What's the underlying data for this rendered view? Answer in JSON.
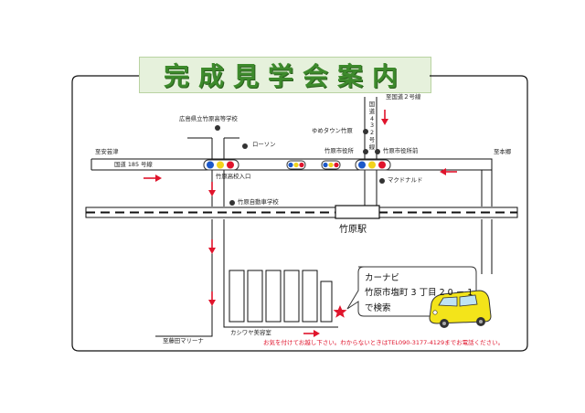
{
  "title": "完成見学会案内",
  "colors": {
    "road": "#9a9a9a",
    "arrow": "#e0142c",
    "title_fill": "#e6f1dc",
    "title_text": "#3d8a2c",
    "car": "#f3e41a",
    "star": "#e0142c"
  },
  "labels": {
    "highschool": "広島県立竹原高等学校",
    "lawson": "ローソン",
    "youme": "ゆめタウン竹原",
    "city_hall_1": "竹原市役所",
    "city_hall_2": "竹原市役所前",
    "to_route2": "至国道２号線",
    "route432": "国道432号線",
    "to_akitsu": "至安芸津",
    "route185": "国道 185 号線",
    "highschool_entrance": "竹原高校入口",
    "mcdonalds": "マクドナルド",
    "to_motogo": "至本郷",
    "driving_school": "竹原自動車学校",
    "station": "竹原駅",
    "kashiwaya": "カシワヤ美容室",
    "to_fujita": "至藤田マリーナ"
  },
  "callout": {
    "line1": "カーナビ",
    "line2": "竹原市塩町 3 丁目 2 0 － 1",
    "line3": "で検索"
  },
  "notice": "お気を付けてお越し下さい。わからないときはTEL090-3177-4129までお電話ください。"
}
